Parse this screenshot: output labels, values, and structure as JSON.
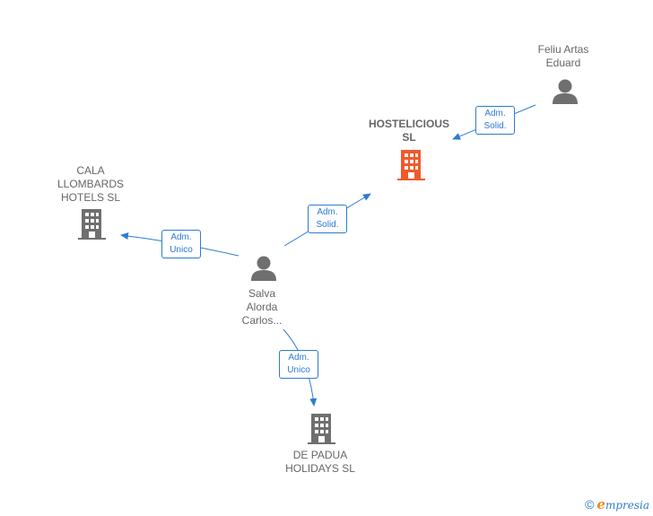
{
  "nodes": {
    "hostelicious": {
      "label_lines": [
        "HOSTELICIOUS",
        "SL"
      ],
      "icon": "building-icon",
      "color": "#f05a2a"
    },
    "cala": {
      "label_lines": [
        "CALA",
        "LLOMBARDS",
        "HOTELS  SL"
      ],
      "icon": "building-icon",
      "color": "#6f6f6f"
    },
    "padua": {
      "label_lines": [
        "DE PADUA",
        "HOLIDAYS  SL"
      ],
      "icon": "building-icon",
      "color": "#6f6f6f"
    },
    "feliu": {
      "label_lines": [
        "Feliu Artas",
        "Eduard"
      ],
      "icon": "person-icon",
      "color": "#6f6f6f"
    },
    "salva": {
      "label_lines": [
        "Salva",
        "Alorda",
        "Carlos..."
      ],
      "icon": "person-icon",
      "color": "#6f6f6f"
    }
  },
  "edges": {
    "feliu_hostelicious": {
      "lines": [
        "Adm.",
        "Solid."
      ]
    },
    "salva_hostelicious": {
      "lines": [
        "Adm.",
        "Solid."
      ]
    },
    "salva_cala": {
      "lines": [
        "Adm.",
        "Unico"
      ]
    },
    "salva_padua": {
      "lines": [
        "Adm.",
        "Unico"
      ]
    }
  },
  "colors": {
    "edge": "#2d7bd1"
  },
  "watermark": {
    "copyright": "©",
    "brand_initial": "e",
    "brand_rest": "mpresia"
  }
}
